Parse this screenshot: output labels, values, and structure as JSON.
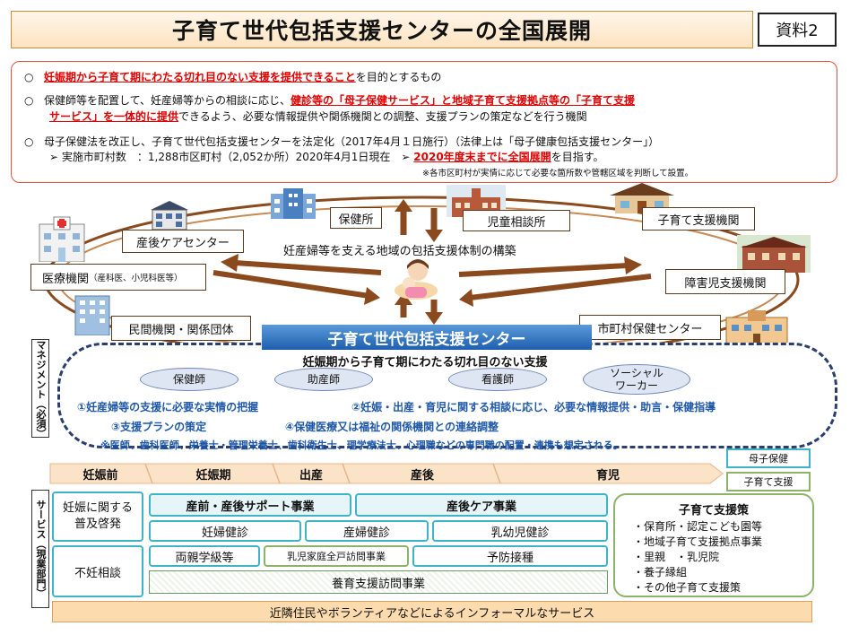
{
  "title": "子育て世代包括支援センターの全国展開",
  "doc_label": "資料2",
  "intro": {
    "bullet": "○",
    "l1_red": "妊娠期から子育て期にわたる切れ目のない支援を提供できること",
    "l1_rest": "を目的とするもの",
    "l2_a": "保健師等を配置して、妊産婦等からの相談に応じ、",
    "l2_red": "健診等の「母子保健サービス」と地域子育て支援拠点等の「子育て支援",
    "l3_red": "サービス」を一体的に提供",
    "l3_rest": "できるよう、必要な情報提供や関係機関との調整、支援プランの策定などを行う機関",
    "l4": "母子保健法を改正し、子育て世代包括支援センターを法定化（2017年4月１日施行）（法律上は「母子健康包括支援センター」）",
    "l5_a": "➢ 実施市町村数　：1,288市区町村（2,052か所）2020年4月1日現在　➢",
    "l5_red": "2020年度末までに全国展開",
    "l5_b": "を目指す。",
    "note": "※各市区町村が実情に応じて必要な箇所数や管轄区域を判断して設置。"
  },
  "network": {
    "hoken": "保健所",
    "jido": "児童相談所",
    "kosodate_kikan": "子育て支援機関",
    "sango_care": "産後ケアセンター",
    "iryo": "医療機関",
    "iryo_note": "（産科医、小児科医等）",
    "shogai": "障害児支援機関",
    "minkan": "民間機関・関係団体",
    "shichoson": "市町村保健センター",
    "construct": "妊産婦等を支える地域の包括支援体制の構築"
  },
  "center": {
    "title": "子育て世代包括支援センター",
    "subtitle": "妊娠期から子育て期にわたる切れ目のない支援",
    "side_label": "マネジメント（必須）",
    "staff": [
      "保健師",
      "助産師",
      "看護師",
      "ソーシャル\nワーカー"
    ],
    "f1": "①妊産婦等の支援に必要な実情の把握",
    "f2": "②妊娠・出産・育児に関する相談に応じ、必要な情報提供・助言・保健指導",
    "f3": "③支援プランの策定",
    "f4": "④保健医療又は福祉の関係機関との連絡調整",
    "note": "※医師、歯科医師、栄養士・管理栄養士、歯科衛生士、理学療法士、心理職などの専門職の配置・連携も想定される。"
  },
  "stages": [
    "妊娠前",
    "妊娠期",
    "出産",
    "産後",
    "育児"
  ],
  "legend": {
    "boshi": "母子保健",
    "kosodate": "子育て支援"
  },
  "services": {
    "side_label": "サービス（現業部門）",
    "ninshin_fukyu": "妊娠に関する\n普及啓発",
    "funin": "不妊相談",
    "sanzen_sango": "産前・産後サポート事業",
    "sango_care": "産後ケア事業",
    "ninpu": "妊婦健診",
    "sanpu": "産婦健診",
    "nyuyoji": "乳幼児健診",
    "ryoshin": "両親学級等",
    "nyuji_homon": "乳児家庭全戸訪問事業",
    "yobo": "予防接種",
    "yoiku": "養育支援訪問事業",
    "kosodate_title": "子育て支援策",
    "kosodate_items": [
      "・保育所・認定こども園等",
      "・地域子育て支援拠点事業",
      "・里親　・乳児院",
      "・養子縁組",
      "・その他子育て支援策"
    ],
    "informal": "近隣住民やボランティアなどによるインフォーマルなサービス"
  },
  "colors": {
    "brown_arrow": "#8a4a1e",
    "blue_header": "#2d75c5",
    "cyan": "#3fb4c9",
    "green": "#8fb26a",
    "red": "#e00000"
  }
}
